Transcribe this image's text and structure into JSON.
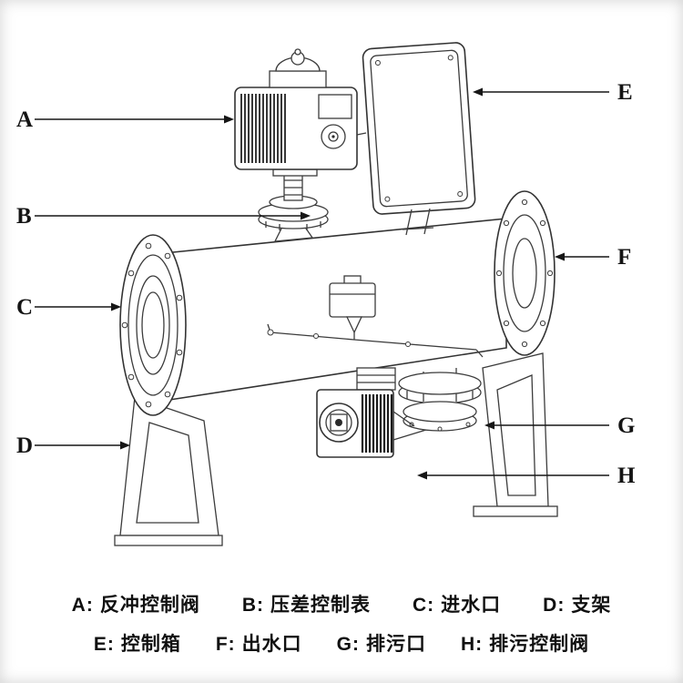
{
  "figure": {
    "background_color": "#ffffff",
    "line_color": "#3c3c3c",
    "text_color": "#141414"
  },
  "callouts": {
    "A": "A",
    "B": "B",
    "C": "C",
    "D": "D",
    "E": "E",
    "F": "F",
    "G": "G",
    "H": "H"
  },
  "legend": {
    "rows": [
      [
        {
          "key": "A:",
          "name": "反冲控制阀"
        },
        {
          "key": "B:",
          "name": "压差控制表"
        },
        {
          "key": "C:",
          "name": "进水口"
        },
        {
          "key": "D:",
          "name": "支架"
        }
      ],
      [
        {
          "key": "E:",
          "name": "控制箱"
        },
        {
          "key": "F:",
          "name": "出水口"
        },
        {
          "key": "G:",
          "name": "排污口"
        },
        {
          "key": "H:",
          "name": "排污控制阀"
        }
      ]
    ]
  }
}
